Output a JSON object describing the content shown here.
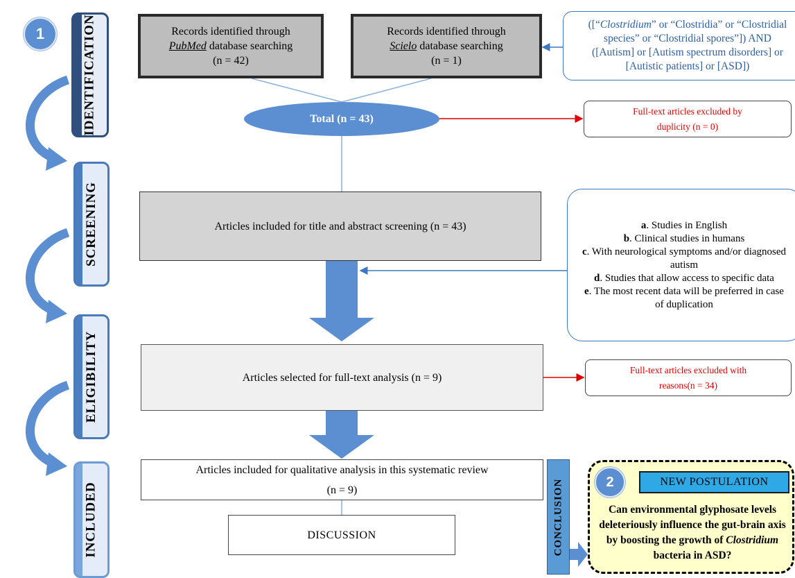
{
  "badges": {
    "step1": "1",
    "step2": "2"
  },
  "stages": {
    "identification": "IDENTIFICATION",
    "screening": "SCREENING",
    "eligibility": "ELIGIBILITY",
    "included": "INCLUDED"
  },
  "identification": {
    "pubmed": {
      "line1": "Records identified through",
      "db": "PubMed",
      "line2_rest": " database searching",
      "n": "(n = 42)"
    },
    "scielo": {
      "line1": "Records identified through",
      "db": "Scielo",
      "line2_rest": " database searching",
      "n": "(n = 1)"
    },
    "search_terms": {
      "line1a": "([“",
      "line1b": "Clostridium",
      "line1c": "” or “Clostridia” or “Clostridial",
      "line2": "species” or “Clostridial spores”]) AND",
      "line3": "([Autism] or [Autism spectrum disorders] or",
      "line4": "[Autistic patients] or [ASD])"
    },
    "total": "Total (n = 43)",
    "excluded_duplicity": {
      "line1": "Full-text articles excluded by",
      "line2": "duplicity  (n = 0)"
    }
  },
  "screening": {
    "box": "Articles included for title and abstract screening  (n = 43)",
    "criteria": [
      {
        "letter": "a",
        "text": ". Studies in English"
      },
      {
        "letter": "b",
        "text": ". Clinical studies in humans"
      },
      {
        "letter": "c",
        "text": ". With neurological symptoms and/or diagnosed autism"
      },
      {
        "letter": "d",
        "text": ". Studies that allow access to specific data"
      },
      {
        "letter": "e",
        "text": ". The most recent data will be preferred in case of duplication"
      }
    ]
  },
  "eligibility": {
    "box": "Articles selected for full-text analysis  (n = 9)",
    "excluded_reasons": {
      "line1": "Full-text articles excluded with",
      "line2": "reasons(n = 34)"
    }
  },
  "included": {
    "box_line1": "Articles included for qualitative analysis in this systematic review",
    "box_line2": "(n = 9)",
    "discussion": "DISCUSSION"
  },
  "conclusion": {
    "label": "CONCLUSION",
    "postulation_title": "NEW POSTULATION",
    "text_a": "Can environmental glyphosate levels deleteriously influence the gut-brain axis by boosting the growth of ",
    "text_b": "Clostridium",
    "text_c": " bacteria in ASD?"
  },
  "colors": {
    "accent": "#5b8fd1",
    "excluded_text": "#e00000",
    "search_text": "#2e5fa3",
    "postulation_bg": "#ffffcc",
    "postulation_title_bg": "#2fa8e6"
  }
}
